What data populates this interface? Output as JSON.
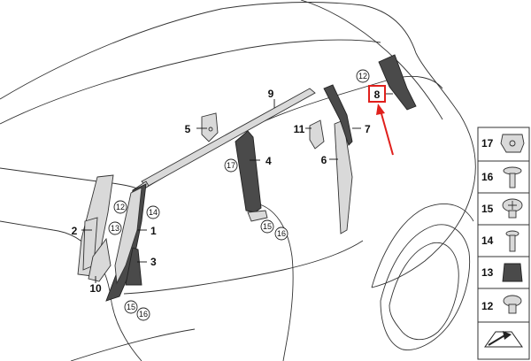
{
  "callouts": [
    {
      "id": "c1",
      "label": "1"
    },
    {
      "id": "c2",
      "label": "2"
    },
    {
      "id": "c3",
      "label": "3"
    },
    {
      "id": "c4",
      "label": "4"
    },
    {
      "id": "c5",
      "label": "5"
    },
    {
      "id": "c6",
      "label": "6"
    },
    {
      "id": "c7",
      "label": "7"
    },
    {
      "id": "c8",
      "label": "8"
    },
    {
      "id": "c9",
      "label": "9"
    },
    {
      "id": "c10",
      "label": "10"
    },
    {
      "id": "c11",
      "label": "11"
    }
  ],
  "circled": [
    "12",
    "12",
    "13",
    "14",
    "15",
    "16",
    "15",
    "16",
    "17"
  ],
  "legend": [
    "17",
    "16",
    "15",
    "14",
    "13",
    "12"
  ],
  "colors": {
    "highlight": "#e0201c",
    "arrow": "#e0201c",
    "part_dark": "#4a4a4a",
    "part_light": "#d9d9d9"
  },
  "icons": {
    "exploded_view": "arrow-sheet-icon"
  }
}
